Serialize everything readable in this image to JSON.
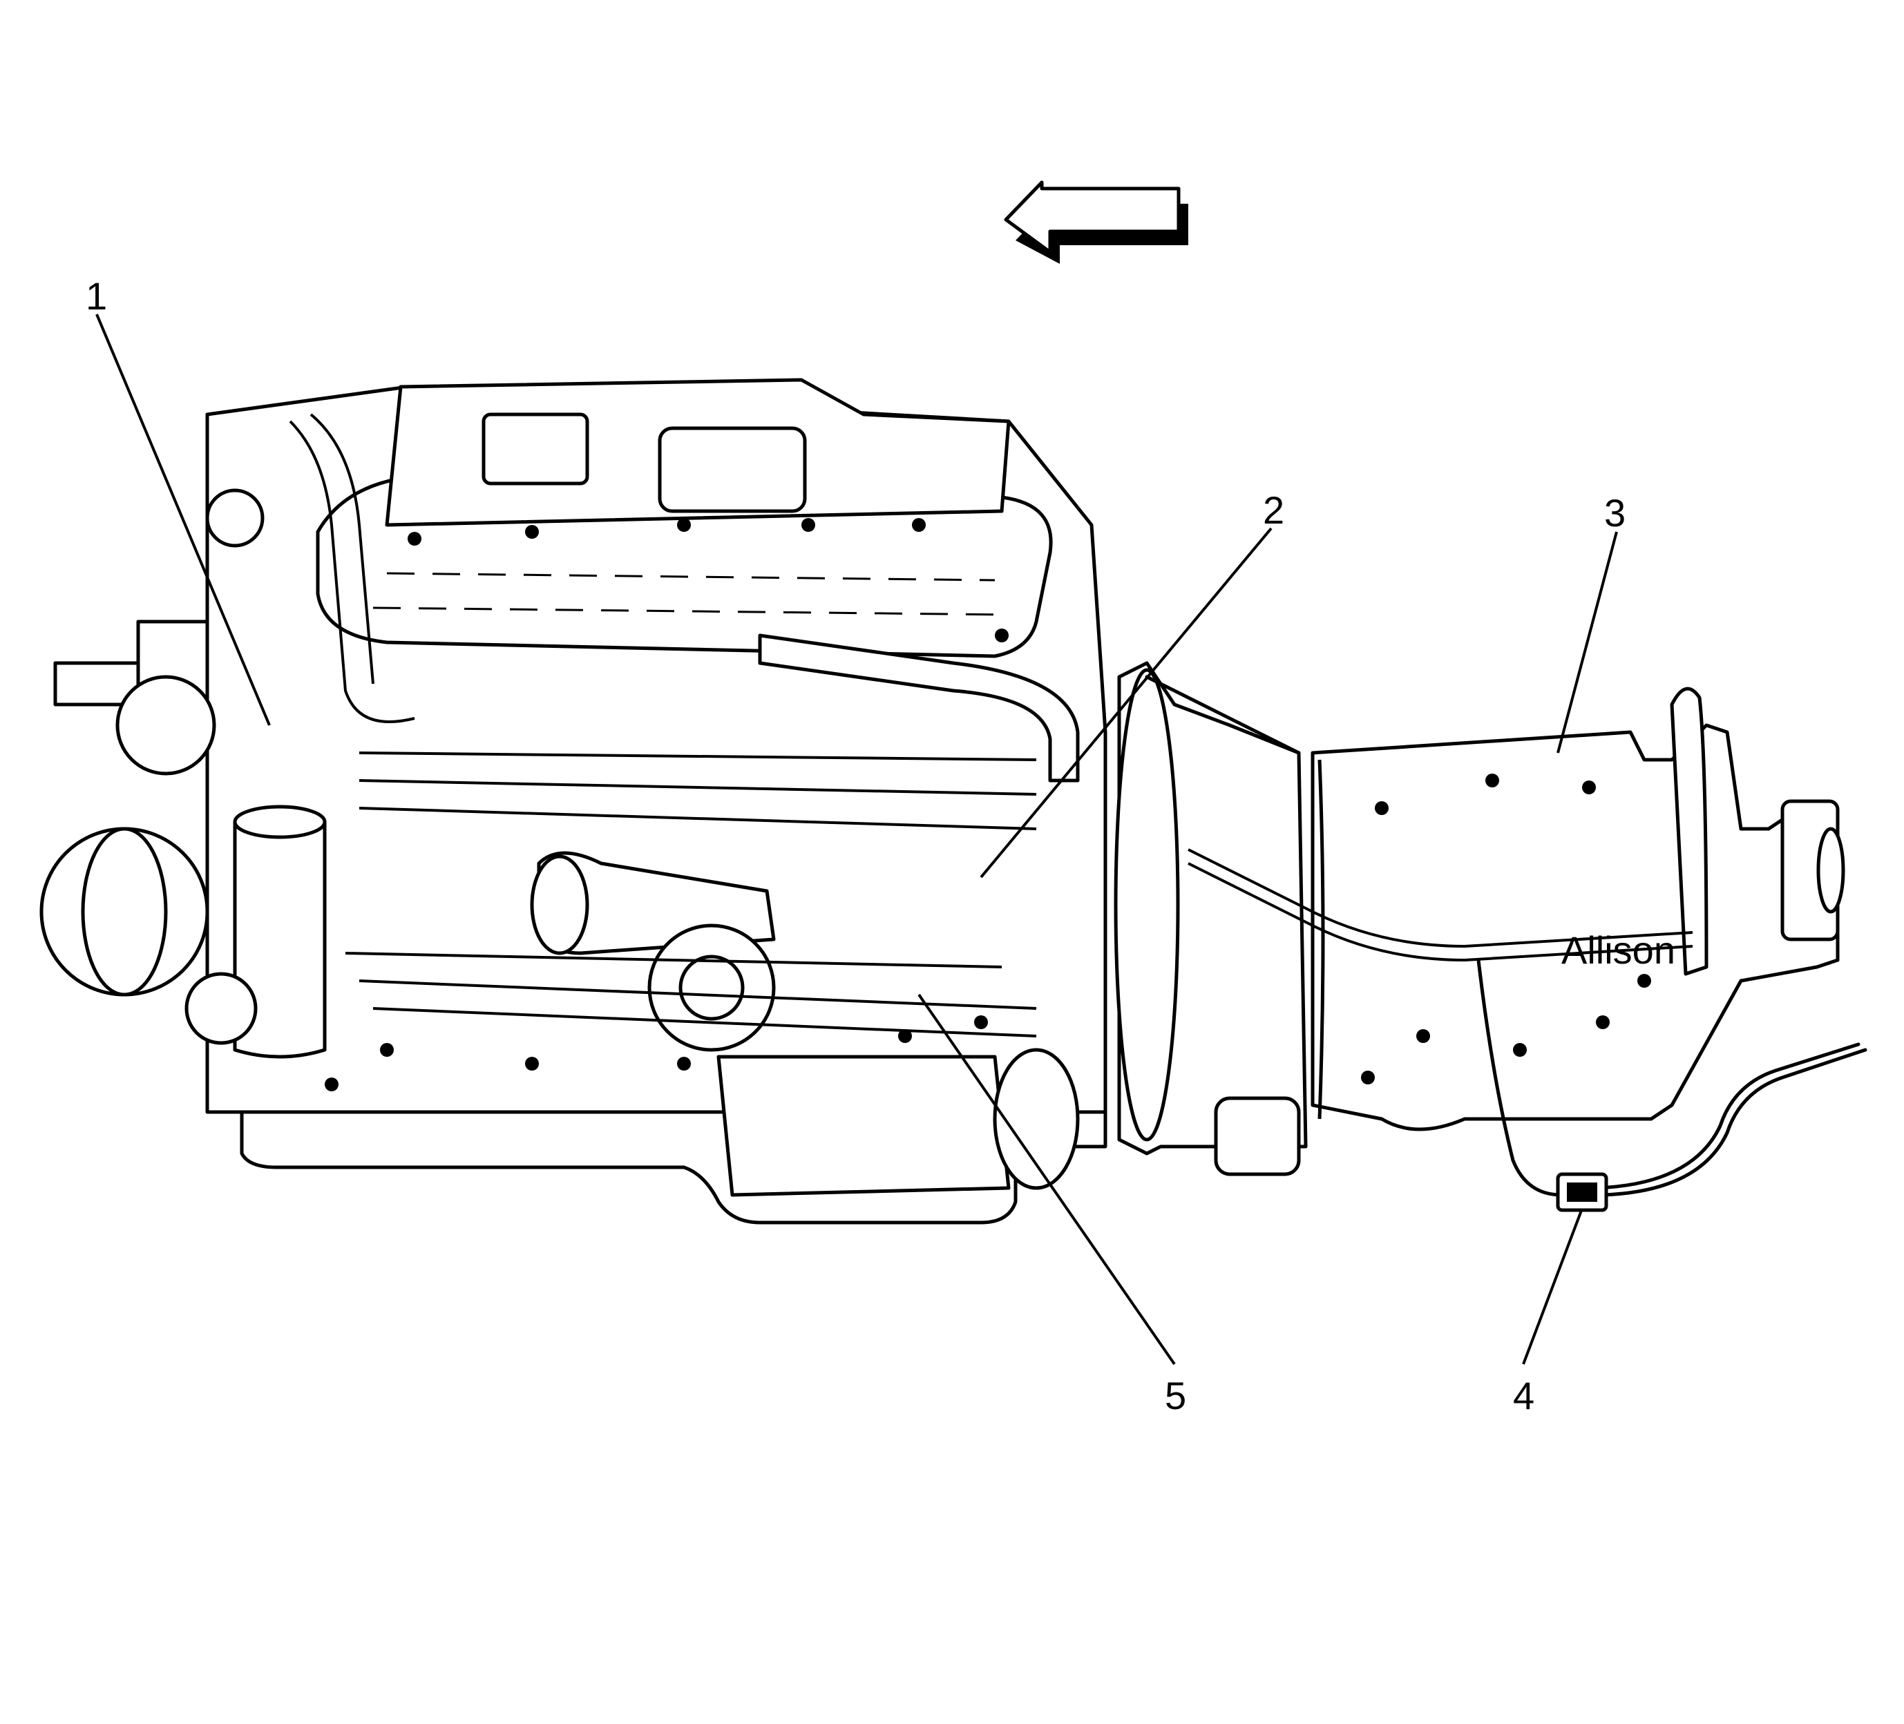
{
  "diagram": {
    "direction_arrow": {
      "icon": "left-arrow-icon",
      "meaning": "vehicle-front-direction"
    },
    "callouts": [
      {
        "id": "1",
        "label": "1"
      },
      {
        "id": "2",
        "label": "2"
      },
      {
        "id": "3",
        "label": "3"
      },
      {
        "id": "4",
        "label": "4"
      },
      {
        "id": "5",
        "label": "5"
      }
    ],
    "components": {
      "engine": {
        "icon": "engine-block-icon"
      },
      "transmission": {
        "icon": "transmission-icon",
        "casting_text": "Allison"
      },
      "wiring_harness": {
        "icon": "wiring-harness-icon"
      },
      "harness_connector": {
        "icon": "harness-connector-icon"
      }
    },
    "colors": {
      "line": "#000000",
      "background": "#ffffff"
    }
  }
}
